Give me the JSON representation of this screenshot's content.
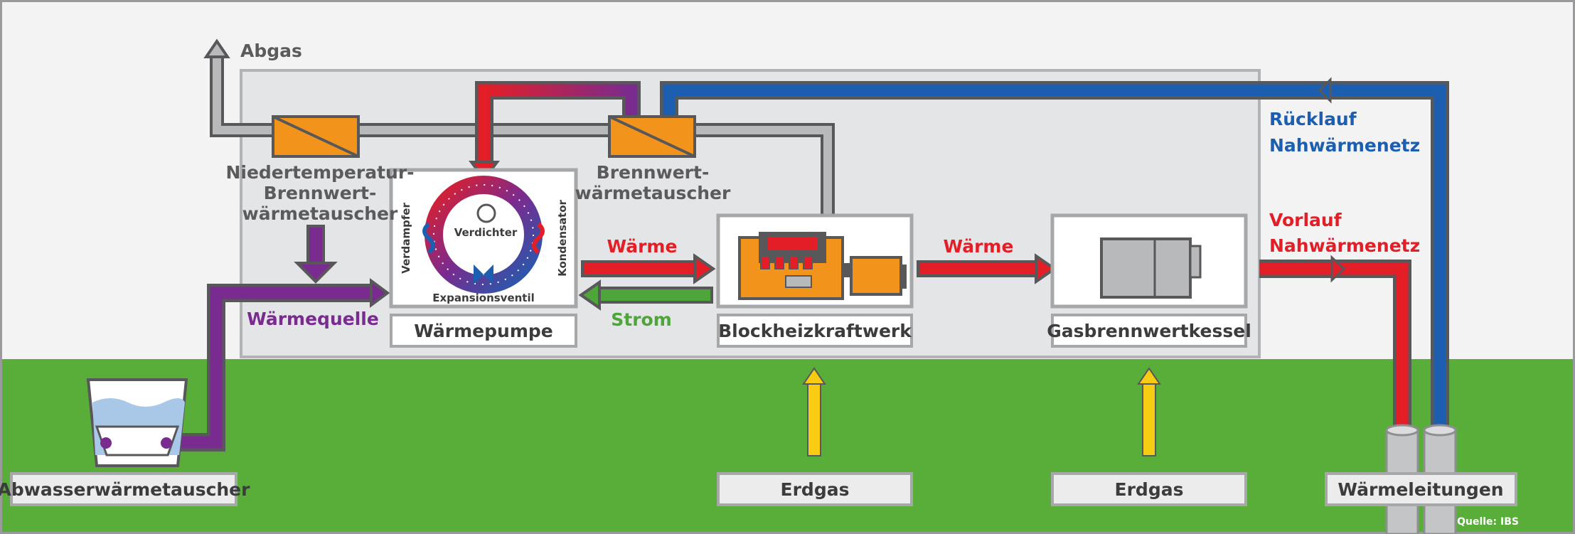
{
  "labels": {
    "abgas": "Abgas",
    "niedertemp_1": "Niedertemperatur-",
    "niedertemp_2": "Brennwert-",
    "niedertemp_3": "wärmetauscher",
    "brennwert_1": "Brennwert-",
    "brennwert_2": "wärmetauscher",
    "waermequelle": "Wärmequelle",
    "waerme_1": "Wärme",
    "waerme_2": "Wärme",
    "strom": "Strom",
    "ruecklauf_1": "Rücklauf",
    "ruecklauf_2": "Nahwärmenetz",
    "vorlauf_1": "Vorlauf",
    "vorlauf_2": "Nahwärmenetz",
    "verdampfer": "Verdampfer",
    "kondensator": "Kondensator",
    "verdichter": "Verdichter",
    "expansionsventil": "Expansionsventil",
    "source": "Quelle: IBS"
  },
  "boxes": {
    "waermepumpe": "Wärmepumpe",
    "bhkw": "Blockheizkraftwerk",
    "kessel": "Gasbrennwertkessel",
    "abwasser": "Abwasserwärmetauscher",
    "erdgas_1": "Erdgas",
    "erdgas_2": "Erdgas",
    "waermeleitungen": "Wärmeleitungen"
  },
  "colors": {
    "sky": "#f3f3f4",
    "ground": "#58ae39",
    "plant_area": "#e4e5e7",
    "exhaust_pipe": "#b8b9bb",
    "heat_red": "#e31e26",
    "return_blue": "#1c5fb0",
    "source_purple": "#7a2b8f",
    "power_green": "#4ea63a",
    "gas_yellow": "#f7cc12",
    "exchanger_orange": "#f2931b",
    "label_grey": "#5b5b5d"
  }
}
